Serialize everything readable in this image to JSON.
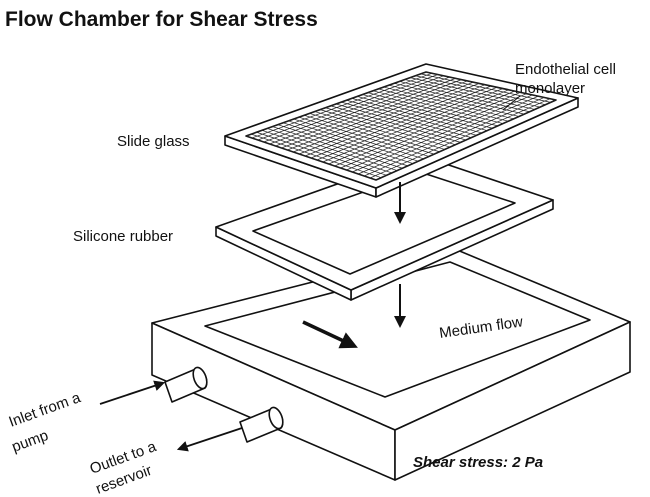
{
  "title": "Flow Chamber for Shear Stress",
  "labels": {
    "endothelial_line1": "Endothelial cell",
    "endothelial_line2": "monolayer",
    "slide_glass": "Slide glass",
    "silicone_rubber": "Silicone rubber",
    "medium_flow": "Medium flow",
    "inlet_line1": "Inlet from a",
    "inlet_line2": "pump",
    "outlet_line1": "Outlet to a",
    "outlet_line2": "reservoir",
    "shear_stress": "Shear stress: 2 Pa"
  },
  "colors": {
    "line": "#111111",
    "background": "#ffffff"
  }
}
